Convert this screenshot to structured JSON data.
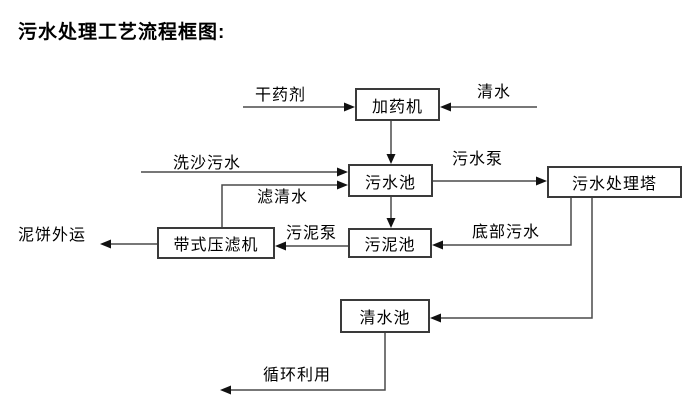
{
  "title": "污水处理工艺流程框图:",
  "colors": {
    "line": "#4a4a4a",
    "arrowhead": "#111111",
    "box_border": "#3a3a3a",
    "text": "#000000",
    "background": "#ffffff"
  },
  "nodes": [
    {
      "id": "dosing-machine",
      "label": "加药机"
    },
    {
      "id": "sewage-pool",
      "label": "污水池"
    },
    {
      "id": "treatment-tower",
      "label": "污水处理塔"
    },
    {
      "id": "sludge-pool",
      "label": "污泥池"
    },
    {
      "id": "belt-filter-press",
      "label": "带式压滤机"
    },
    {
      "id": "clean-water-pool",
      "label": "清水池"
    }
  ],
  "flow_labels": [
    {
      "id": "dry-agent",
      "text": "干药剂"
    },
    {
      "id": "clean-water-in",
      "text": "清水"
    },
    {
      "id": "sand-washing-sewage",
      "text": "洗沙污水"
    },
    {
      "id": "sewage-pump",
      "text": "污水泵"
    },
    {
      "id": "filtered-water",
      "text": "滤清水"
    },
    {
      "id": "sludge-pump",
      "text": "污泥泵"
    },
    {
      "id": "bottom-sewage",
      "text": "底部污水"
    },
    {
      "id": "mud-cake-outbound",
      "text": "泥饼外运"
    },
    {
      "id": "recycling-use",
      "text": "循环利用"
    }
  ]
}
